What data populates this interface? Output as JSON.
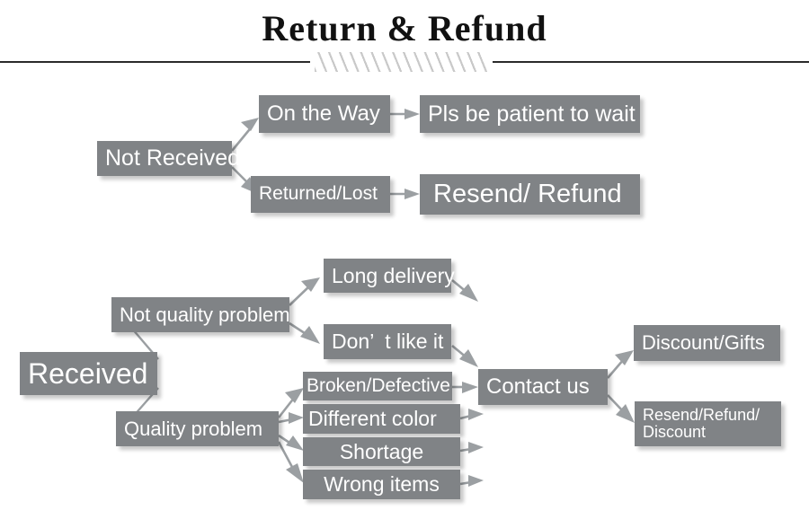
{
  "header": {
    "title": "Return & Refund",
    "divider_icon": "diagonal-hatch-ornament"
  },
  "colors": {
    "box_fill": "#808386",
    "box_text": "#ffffff",
    "connector": "#9b9fa2",
    "rule": "#2b2b2b",
    "hatch": "#c9c9c9",
    "background": "#ffffff"
  },
  "diagram": {
    "type": "flowchart",
    "sections": [
      {
        "name": "not-received",
        "root": "Not Received",
        "branches": [
          {
            "condition": "On the Way",
            "outcome": "Pls be patient to wait"
          },
          {
            "condition": "Returned/Lost",
            "outcome": "Resend/ Refund"
          }
        ]
      },
      {
        "name": "received",
        "root": "Received",
        "branches": [
          {
            "condition": "Not quality problem",
            "reasons": [
              "Long delivery",
              "Don’  t like it"
            ]
          },
          {
            "condition": "Quality problem",
            "reasons": [
              "Broken/Defective",
              "Different color",
              "Shortage",
              "Wrong items"
            ]
          }
        ],
        "hub": "Contact us",
        "resolutions": [
          "Discount/Gifts",
          "Resend/Refund/",
          "Discount"
        ]
      }
    ]
  },
  "nodes": {
    "not_received": "Not Received",
    "on_the_way": "On the Way",
    "returned_lost": "Returned/Lost",
    "pls_be_patient": "Pls be patient to wait",
    "resend_refund": "Resend/ Refund",
    "received": "Received",
    "not_quality": "Not quality problem",
    "quality": "Quality problem",
    "long_delivery": "Long delivery",
    "dont_like": "Don’  t like it",
    "broken": "Broken/Defective",
    "diff_color": "Different color",
    "shortage": "Shortage",
    "wrong_items": "Wrong items",
    "contact_us": "Contact us",
    "discount_gifts": "Discount/Gifts",
    "resend_refund_l1": "Resend/Refund/",
    "resend_refund_l2": "Discount"
  }
}
